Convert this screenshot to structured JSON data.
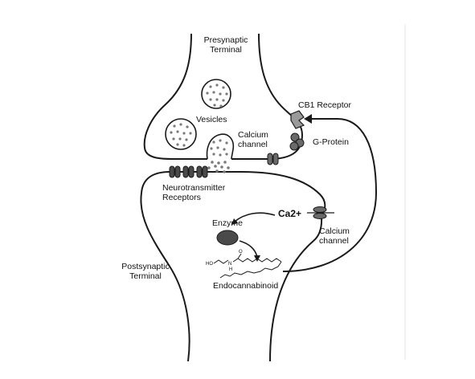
{
  "labels": {
    "presynaptic_line1": "Presynaptic",
    "presynaptic_line2": "Terminal",
    "vesicles": "Vesicles",
    "cb1_receptor": "CB1 Receptor",
    "calcium_pre_line1": "Calcium",
    "calcium_pre_line2": "channel",
    "g_protein": "G-Protein",
    "nt_receptors_line1": "Neurotransmitter",
    "nt_receptors_line2": "Receptors",
    "ca2": "Ca2+",
    "enzyme": "Enzyme",
    "calcium_post_line1": "Calcium",
    "calcium_post_line2": "channel",
    "postsynaptic_line1": "Postsynaptic",
    "postsynaptic_line2": "Terminal",
    "endocannabinoid": "Endocannabinoid"
  },
  "molecule": {
    "oh": "HO",
    "nh": "N",
    "h": "H",
    "o": "O"
  },
  "colors": {
    "line": "#1a1a1a",
    "dark_fill": "#4a4a4a",
    "mid_fill": "#8a8a8a",
    "dots": "#7a7a7a"
  }
}
